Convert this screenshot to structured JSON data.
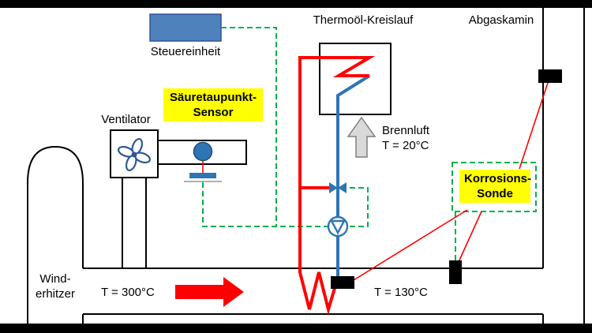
{
  "labels": {
    "steuereinheit": "Steuereinheit",
    "thermo_kreislauf": "Thermoöl-Kreislauf",
    "abgaskamin": "Abgaskamin",
    "ventilator": "Ventilator",
    "saeure_line1": "Säuretaupunkt-",
    "saeure_line2": "Sensor",
    "korrosion_line1": "Korrosions-",
    "korrosion_line2": "Sonde",
    "brennluft": "Brennluft",
    "brennluft_temp": "T = 20°C",
    "wind_line1": "Wind-",
    "wind_line2": "erhitzer",
    "temp_duct_left": "T = 300°C",
    "temp_duct_right": "T = 130°C"
  },
  "colors": {
    "hot_pipe_red": "#ff0000",
    "cold_pipe_blue": "#2e75b6",
    "control_green": "#00b050",
    "highlight_yellow": "#ffff00",
    "controller_fill": "#4f81bd",
    "probe_black": "#000000",
    "air_arrow_gray": "#d9d9d9"
  }
}
